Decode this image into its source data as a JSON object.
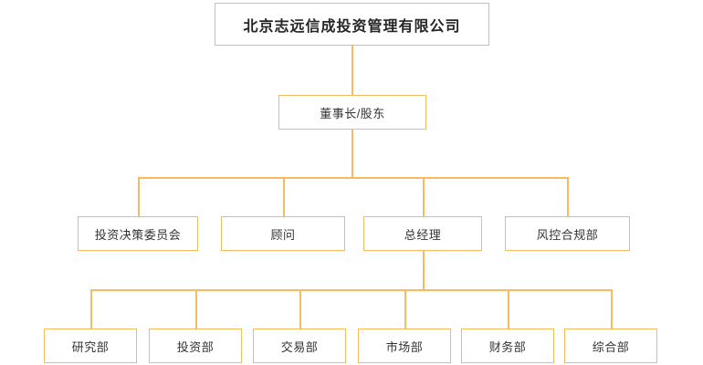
{
  "colors": {
    "accent": "#f7ba5e",
    "node_text": "#333333",
    "title_text": "#262626",
    "background": "#ffffff"
  },
  "org": {
    "label": "北京志远信成投资管理有限公司",
    "children": [
      {
        "label": "董事长/股东",
        "children": [
          {
            "label": "投资决策委员会"
          },
          {
            "label": "顾问"
          },
          {
            "label": "总经理",
            "children": [
              {
                "label": "研究部"
              },
              {
                "label": "投资部"
              },
              {
                "label": "交易部"
              },
              {
                "label": "市场部"
              },
              {
                "label": "财务部"
              },
              {
                "label": "综合部"
              }
            ]
          },
          {
            "label": "风控合规部"
          }
        ]
      }
    ]
  }
}
